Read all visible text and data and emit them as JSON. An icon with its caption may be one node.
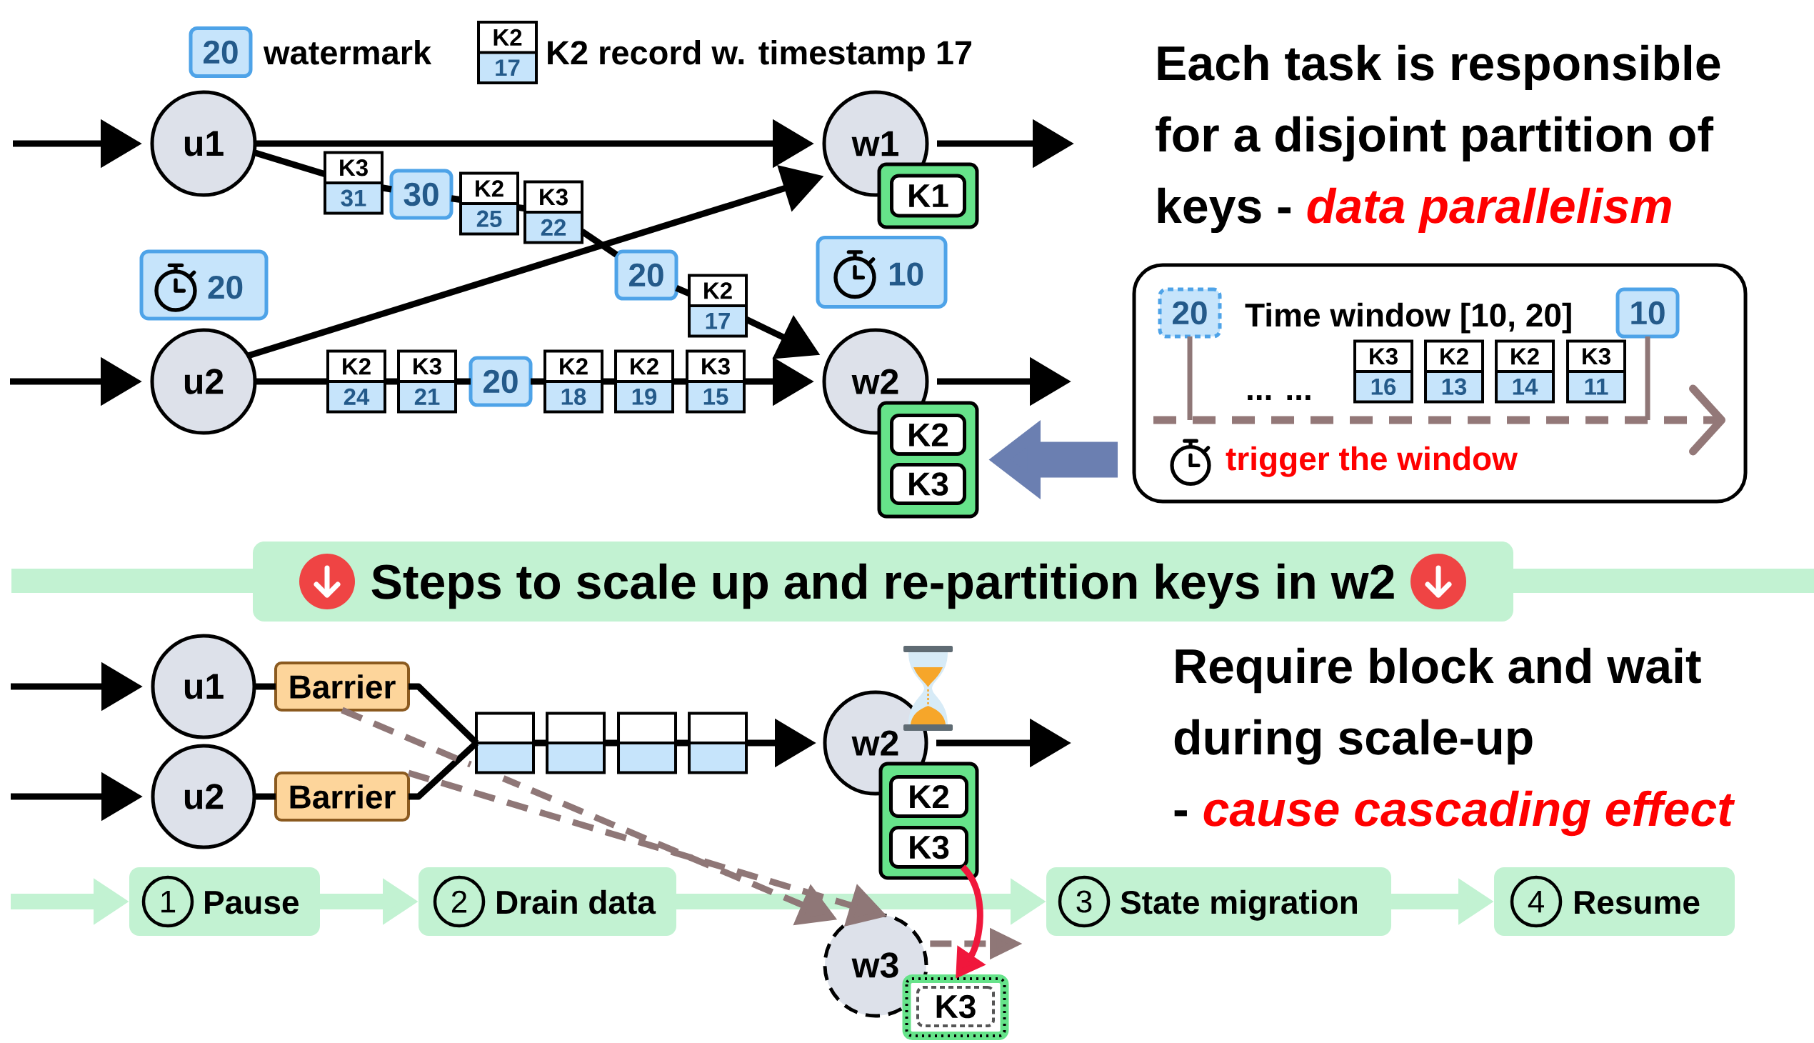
{
  "diagram": {
    "nodes": [
      {
        "text": [
          "u1"
        ]
      },
      {
        "text": [
          "w1"
        ]
      },
      {
        "text": [],
        "shape": "box"
      },
      {
        "text": [
          "K1"
        ],
        "in": 2
      },
      {
        "text": [
          "20"
        ]
      },
      {
        "text": [
          "u2"
        ]
      },
      {
        "text": [
          "10"
        ]
      },
      {
        "text": [
          "w2"
        ]
      },
      {
        "text": [],
        "shape": "box"
      },
      {
        "text": [
          "K2"
        ],
        "in": 8
      },
      {
        "text": [
          "K3"
        ],
        "in": 8
      },
      {
        "text": [
          "K3",
          "31"
        ]
      },
      {
        "text": [
          "30"
        ]
      },
      {
        "text": [
          "K2",
          "25"
        ]
      },
      {
        "text": [
          "K3",
          "22"
        ]
      },
      {
        "text": [
          "20"
        ]
      },
      {
        "text": [
          "K2",
          "17"
        ]
      },
      {
        "text": [
          "K2",
          "24"
        ]
      },
      {
        "text": [
          "K3",
          "21"
        ]
      },
      {
        "text": [
          "20"
        ]
      },
      {
        "text": [
          "K2",
          "18"
        ]
      },
      {
        "text": [
          "K2",
          "19"
        ]
      },
      {
        "text": [
          "K3",
          "15"
        ]
      },
      {
        "text": [
          "Time window [10, 20]",
          "... ...",
          "trigger the window"
        ]
      },
      {
        "text": [
          "20"
        ],
        "in": 23
      },
      {
        "text": [
          "10"
        ],
        "in": 23
      },
      {
        "text": [
          "K3",
          "16"
        ],
        "in": 23
      },
      {
        "text": [
          "K2",
          "13"
        ],
        "in": 23
      },
      {
        "text": [
          "K2",
          "14"
        ],
        "in": 23
      },
      {
        "text": [
          "K3",
          "11"
        ],
        "in": 23
      },
      {
        "text": [
          "Steps to scale up and re-partition keys in w2"
        ]
      },
      {
        "text": [
          "u1"
        ]
      },
      {
        "text": [
          "Barrier"
        ]
      },
      {
        "text": [
          "u2"
        ]
      },
      {
        "text": [
          "Barrier"
        ]
      },
      {
        "text": [],
        "shape": "box"
      },
      {
        "text": [],
        "shape": "box"
      },
      {
        "text": [],
        "shape": "box"
      },
      {
        "text": [],
        "shape": "box"
      },
      {
        "text": [
          "w2"
        ]
      },
      {
        "text": [],
        "shape": "box"
      },
      {
        "text": [
          "K2"
        ],
        "in": 40
      },
      {
        "text": [
          "K3"
        ],
        "in": 40
      },
      {
        "text": [
          "w3"
        ]
      },
      {
        "text": [],
        "shape": "box"
      },
      {
        "text": [
          "K3"
        ],
        "in": 44
      },
      {
        "text": [
          "1",
          "Pause"
        ]
      },
      {
        "text": [
          "2",
          "Drain data"
        ]
      },
      {
        "text": [
          "3",
          "State migration"
        ]
      },
      {
        "text": [
          "4",
          "Resume"
        ]
      },
      {
        "text": [
          "20"
        ]
      },
      {
        "text": [
          "K2",
          "17"
        ]
      }
    ],
    "edges": [
      {
        "from": null,
        "to": 0,
        "arrow": "to"
      },
      {
        "from": 0,
        "to": 1,
        "arrow": "to"
      },
      {
        "from": 0,
        "to": 11,
        "arrow": "none"
      },
      {
        "from": 11,
        "to": 12,
        "arrow": "none"
      },
      {
        "from": 12,
        "to": 13,
        "arrow": "none"
      },
      {
        "from": 13,
        "to": 14,
        "arrow": "none"
      },
      {
        "from": 14,
        "to": 15,
        "arrow": "none"
      },
      {
        "from": 15,
        "to": 16,
        "arrow": "none"
      },
      {
        "from": 16,
        "to": 7,
        "arrow": "to"
      },
      {
        "from": 1,
        "to": null,
        "arrow": "to"
      },
      {
        "from": null,
        "to": 5,
        "arrow": "to"
      },
      {
        "from": 5,
        "to": 1,
        "arrow": "to"
      },
      {
        "from": 5,
        "to": 17,
        "arrow": "none"
      },
      {
        "from": 17,
        "to": 18,
        "arrow": "none"
      },
      {
        "from": 18,
        "to": 19,
        "arrow": "none"
      },
      {
        "from": 19,
        "to": 20,
        "arrow": "none"
      },
      {
        "from": 20,
        "to": 21,
        "arrow": "none"
      },
      {
        "from": 21,
        "to": 22,
        "arrow": "none"
      },
      {
        "from": 22,
        "to": 7,
        "arrow": "to"
      },
      {
        "from": 7,
        "to": null,
        "arrow": "to"
      },
      {
        "from": 23,
        "to": 8,
        "arrow": "to",
        "style": "thick",
        "color": "#6b7fb1"
      },
      {
        "from": 24,
        "to": null,
        "arrow": "none",
        "color": "#8f7777"
      },
      {
        "from": 25,
        "to": null,
        "arrow": "none",
        "color": "#8f7777"
      },
      {
        "from": null,
        "to": 31,
        "arrow": "to"
      },
      {
        "from": 31,
        "to": 32,
        "arrow": "none"
      },
      {
        "from": 32,
        "to": 35,
        "arrow": "none"
      },
      {
        "from": null,
        "to": 33,
        "arrow": "to"
      },
      {
        "from": 33,
        "to": 34,
        "arrow": "none"
      },
      {
        "from": 34,
        "to": 35,
        "arrow": "none"
      },
      {
        "from": 35,
        "to": 36,
        "arrow": "none"
      },
      {
        "from": 36,
        "to": 37,
        "arrow": "none"
      },
      {
        "from": 37,
        "to": 38,
        "arrow": "none"
      },
      {
        "from": 38,
        "to": 39,
        "arrow": "to"
      },
      {
        "from": 39,
        "to": null,
        "arrow": "to"
      },
      {
        "from": 32,
        "to": 43,
        "arrow": "to",
        "style": "dashed",
        "color": "#8f7777"
      },
      {
        "from": 34,
        "to": 43,
        "arrow": "to",
        "style": "dashed",
        "color": "#8f7777"
      },
      {
        "from": 43,
        "to": null,
        "arrow": "to",
        "style": "dashed",
        "color": "#8f7777"
      },
      {
        "from": 42,
        "to": 44,
        "arrow": "to",
        "color": "#f0173c"
      },
      {
        "from": null,
        "to": 46,
        "arrow": "to",
        "style": "thick",
        "color": "#c2f2d2"
      },
      {
        "from": 46,
        "to": 47,
        "arrow": "to",
        "style": "thick",
        "color": "#c2f2d2"
      },
      {
        "from": 47,
        "to": 48,
        "arrow": "to",
        "style": "thick",
        "color": "#c2f2d2"
      },
      {
        "from": 48,
        "to": 49,
        "arrow": "to",
        "style": "thick",
        "color": "#c2f2d2"
      }
    ],
    "labels": [
      "Each task is responsible for a disjoint partition of keys - *data parallelism*",
      "Require block and wait during scale-up - *cause cascading effect*"
    ],
    "legend": [
      {
        "text": "watermark"
      },
      {
        "text": "K2 record w. timestamp 17"
      }
    ]
  }
}
